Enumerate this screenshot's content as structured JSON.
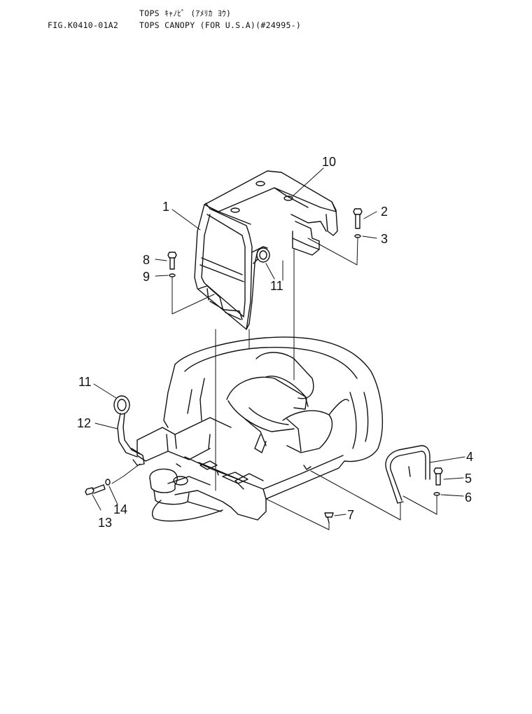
{
  "header": {
    "title_jp": "TOPS ｷｬﾉﾋﾟ (ｱﾒﾘｶ ﾖｳ)",
    "figure_code": "FIG.K0410-01A2",
    "title_en": "TOPS CANOPY (FOR U.S.A)(#24995-)"
  },
  "callouts": [
    "1",
    "2",
    "3",
    "4",
    "5",
    "6",
    "7",
    "8",
    "9",
    "10",
    "11",
    "11",
    "12",
    "13",
    "14"
  ]
}
